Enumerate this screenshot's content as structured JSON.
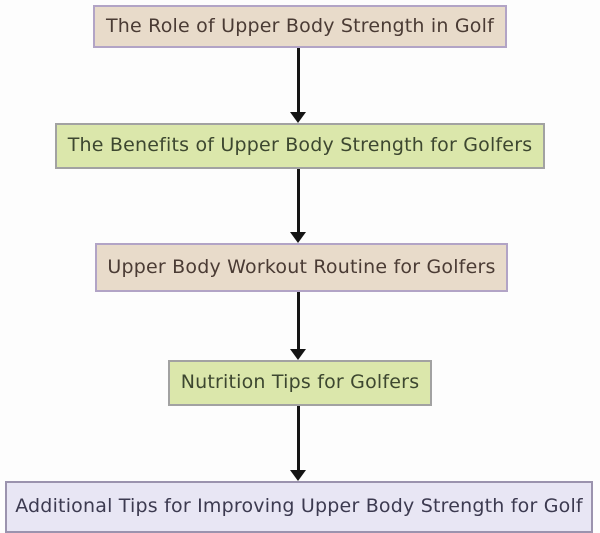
{
  "diagram": {
    "type": "flowchart",
    "direction": "top-down",
    "nodes": [
      {
        "id": 1,
        "label": "The Role of Upper Body Strength in Golf",
        "variant": "beige"
      },
      {
        "id": 2,
        "label": "The Benefits of Upper Body Strength for Golfers",
        "variant": "green"
      },
      {
        "id": 3,
        "label": "Upper Body Workout Routine for Golfers",
        "variant": "beige"
      },
      {
        "id": 4,
        "label": "Nutrition Tips for Golfers",
        "variant": "green"
      },
      {
        "id": 5,
        "label": "Additional Tips for Improving Upper Body Strength for Golf",
        "variant": "lavender"
      }
    ],
    "edges": [
      {
        "from": 1,
        "to": 2
      },
      {
        "from": 2,
        "to": 3
      },
      {
        "from": 3,
        "to": 4
      },
      {
        "from": 4,
        "to": 5
      }
    ]
  },
  "colors": {
    "beige_fill": "#e8dbca",
    "beige_border": "#b2a4c6",
    "beige_text": "#4a3b34",
    "green_fill": "#dbe7ab",
    "green_border": "#a2a2a2",
    "green_text": "#3d4730",
    "lavender_fill": "#e8e6f4",
    "lavender_border": "#9b93ae",
    "lavender_text": "#3c3a50",
    "arrow_color": "#141414"
  }
}
